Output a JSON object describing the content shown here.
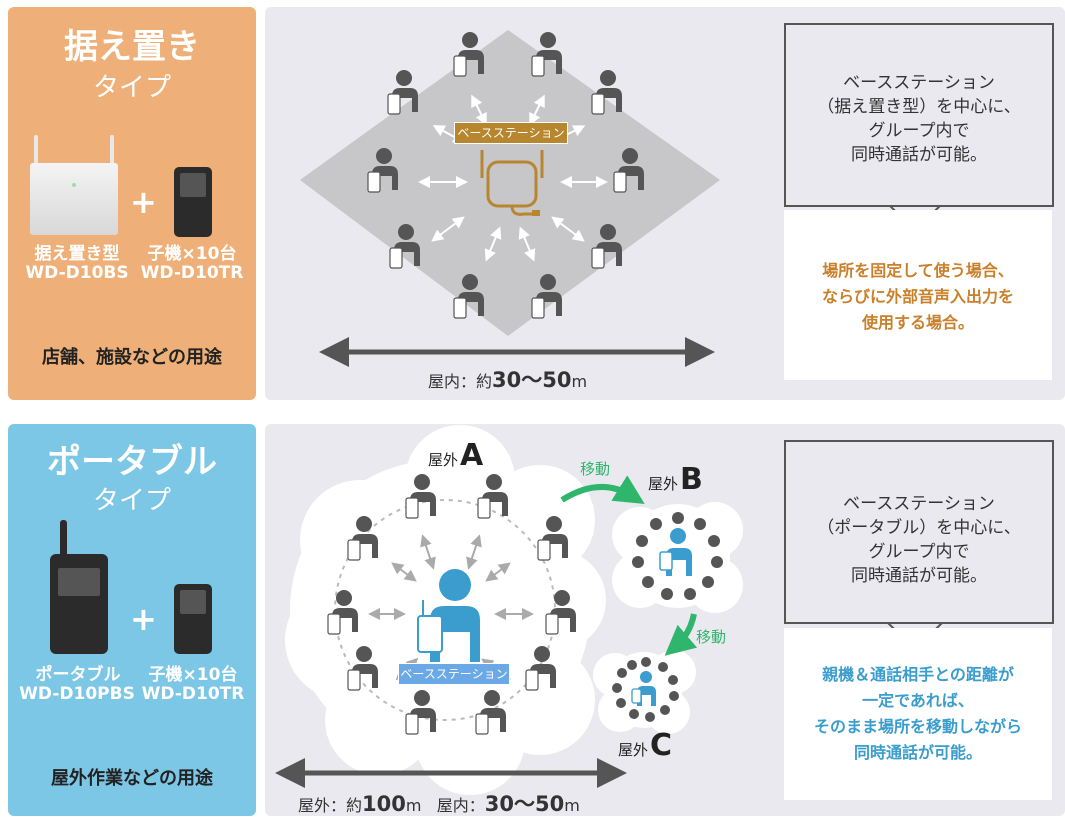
{
  "fixed": {
    "title": "据え置き",
    "subtitle": "タイプ",
    "device1_name": "据え置き型",
    "device1_model": "WD-D10BS",
    "device2_name": "子機×10台",
    "device2_model": "WD-D10TR",
    "plus": "+",
    "usage": "店舗、施設などの用途",
    "station_label": "ベースステーション",
    "desc_lines": [
      "ベースステーション",
      "（据え置き型）を中心に、",
      "グループ内で",
      "同時通話が可能。"
    ],
    "note_lines": [
      "場所を固定して使う場合、",
      "ならびに外部音声入出力を",
      "使用する場合。"
    ],
    "dist_prefix": "屋内：約",
    "dist_value": "30～50",
    "dist_unit": "m"
  },
  "portable": {
    "title": "ポータブル",
    "subtitle": "タイプ",
    "device1_name": "ポータブル",
    "device1_model": "WD-D10PBS",
    "device2_name": "子機×10台",
    "device2_model": "WD-D10TR",
    "plus": "+",
    "usage": "屋外作業などの用途",
    "station_label": "ベースステーション",
    "site_a_prefix": "屋外",
    "site_a": "A",
    "site_b_prefix": "屋外",
    "site_b": "B",
    "site_c_prefix": "屋外",
    "site_c": "C",
    "move_label_1": "移動",
    "move_label_2": "移動",
    "desc_lines": [
      "ベースステーション",
      "（ポータブル）を中心に、",
      "グループ内で",
      "同時通話が可能。"
    ],
    "note_lines": [
      "親機＆通話相手との距離が",
      "一定であれば、",
      "そのまま場所を移動しながら",
      "同時通話が可能。"
    ],
    "dist1_prefix": "屋外：約",
    "dist1_value": "100",
    "dist1_unit": "m",
    "dist2_prefix": "屋内：",
    "dist2_value": "30～50",
    "dist2_unit": "m"
  },
  "colors": {
    "orange": "#eeb078",
    "blue": "#7cc6e6",
    "person": "#555555",
    "accent_person": "#3a9dcd",
    "move_green": "#2fb56c",
    "station_gold": "#b8862e"
  }
}
